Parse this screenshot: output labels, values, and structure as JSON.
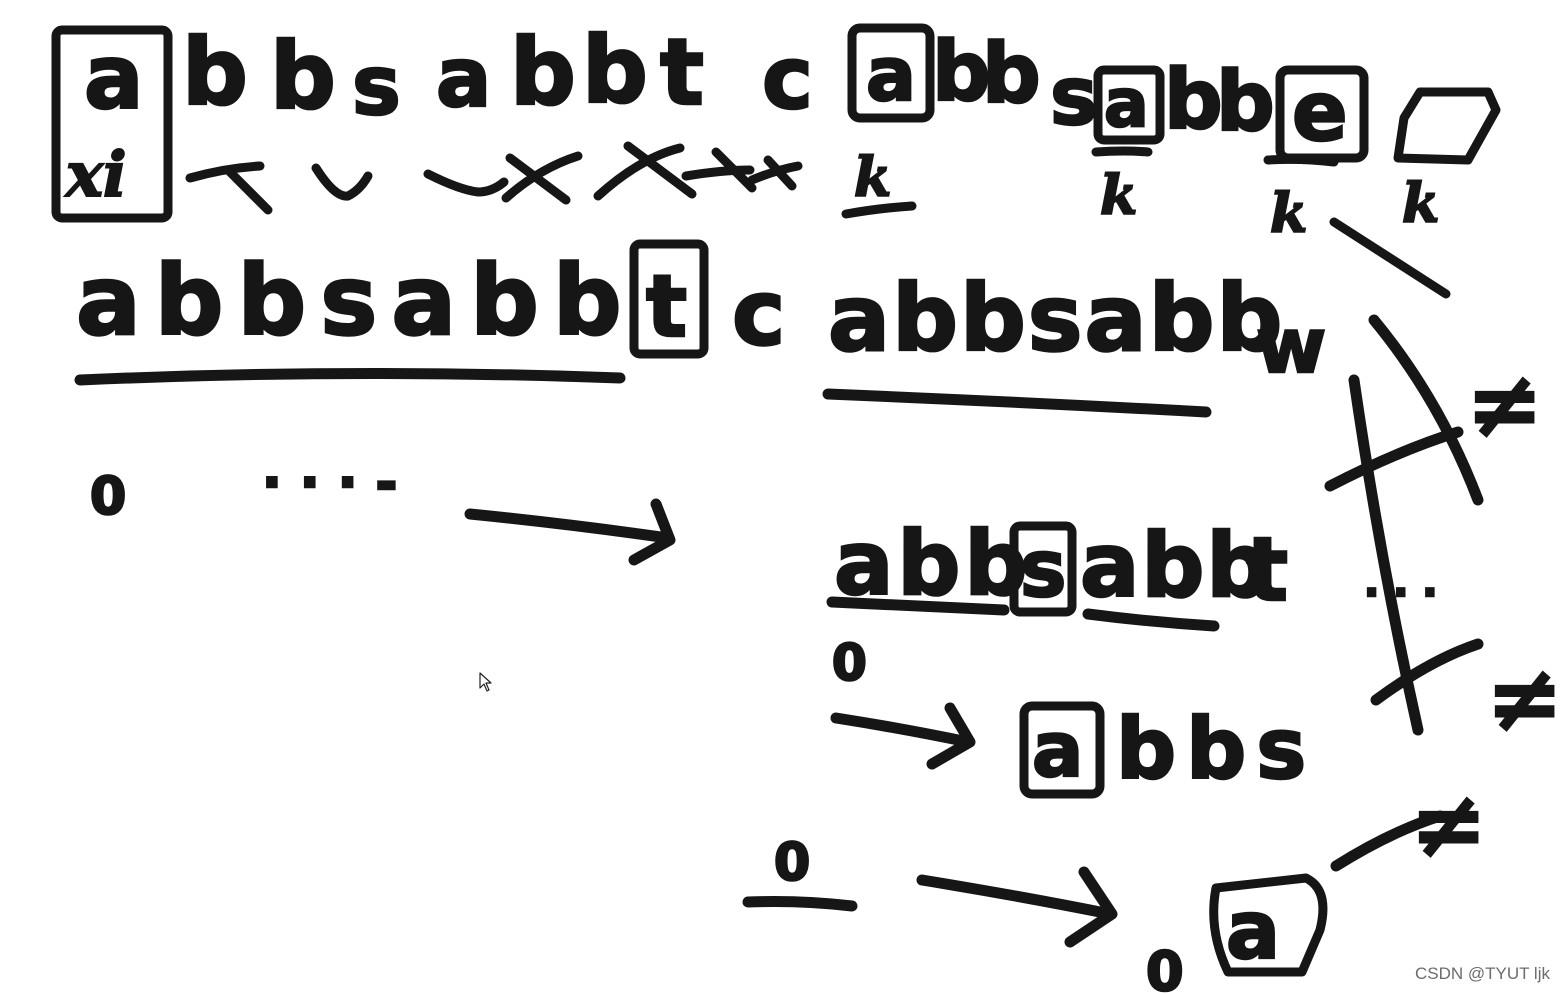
{
  "rows": {
    "row1_left": [
      "a",
      "b",
      "b",
      "s",
      "a",
      "b",
      "b",
      "t",
      "c"
    ],
    "row1_right": [
      "a",
      "b",
      "b",
      "s",
      "a",
      "b",
      "b",
      "e"
    ],
    "row1_marker": "xi",
    "row1_failure_marks": [
      "k",
      "k",
      "k",
      "k"
    ],
    "row2_left": "abbsabb",
    "row2_boxed": "t",
    "row2_after": "c",
    "row2_right": "abbsabb",
    "row2_tail": "w",
    "row3_zero": "0",
    "row3_dots": "· · · -",
    "mid_prefix": "abb",
    "mid_boxed": "s",
    "mid_suffix": "abb",
    "mid_tail": "t",
    "mid_zero": "0",
    "small_boxed": "a",
    "small_rest": "bbs",
    "bottom_zero_left": "0",
    "bottom_zero_right": "0",
    "bottom_boxed": "a",
    "right_marks": [
      "≠",
      "≠",
      "≠"
    ]
  },
  "watermark": "CSDN @TYUT ljk",
  "icons": {
    "cursor": "pointer-arrow-icon"
  },
  "colors": {
    "ink": "#161616",
    "background": "#ffffff",
    "watermark": "#6c6c6c"
  }
}
